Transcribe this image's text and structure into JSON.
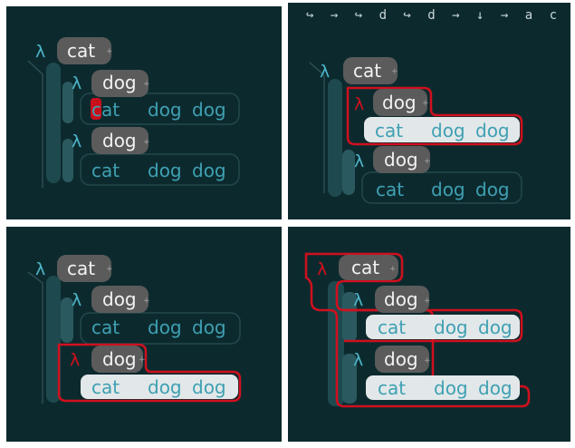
{
  "keystrokes": "↪ → ↪ d ↪ d → ↓ → a c ...",
  "glyphs": {
    "lambda": "λ",
    "plus": "+"
  },
  "tree": {
    "root": "cat",
    "children": [
      {
        "head": "dog",
        "args": [
          "cat",
          "dog",
          "dog"
        ]
      },
      {
        "head": "dog",
        "args": [
          "cat",
          "dog",
          "dog"
        ]
      }
    ]
  },
  "colors": {
    "background": "#0c2a2e",
    "node_fill": "#5b5b5b",
    "head_text": "#f2f2f2",
    "arg_text": "#3fa0b3",
    "lambda": "#4db3c7",
    "selection": "#d0101e",
    "cursor": "#c8101c",
    "highlight_fill": "#e2e8e9"
  },
  "panels": [
    {
      "name": "panel-cursor-in-word",
      "selected": "none"
    },
    {
      "name": "panel-select-first-child",
      "selected": "child-1"
    },
    {
      "name": "panel-select-second-child",
      "selected": "child-2"
    },
    {
      "name": "panel-select-root",
      "selected": "root"
    }
  ]
}
